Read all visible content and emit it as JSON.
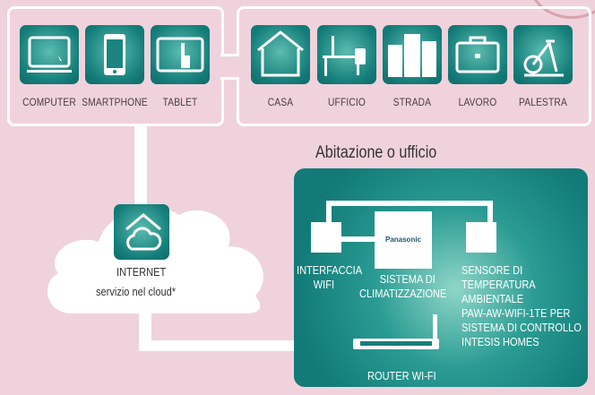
{
  "devices": [
    {
      "label": "COMPUTER",
      "icon": "laptop-icon"
    },
    {
      "label": "SMARTPHONE",
      "icon": "smartphone-icon"
    },
    {
      "label": "TABLET",
      "icon": "tablet-icon"
    }
  ],
  "places": [
    {
      "label": "CASA",
      "icon": "house-icon"
    },
    {
      "label": "UFFICIO",
      "icon": "office-desk-icon"
    },
    {
      "label": "STRADA",
      "icon": "buildings-icon"
    },
    {
      "label": "LAVORO",
      "icon": "briefcase-icon"
    },
    {
      "label": "PALESTRA",
      "icon": "exercise-bike-icon"
    }
  ],
  "cloud": {
    "title": "INTERNET",
    "subtitle": "servizio nel cloud*"
  },
  "home": {
    "title": "Abitazione o ufficio",
    "interface": [
      "INTERFACCIA",
      "WIFI"
    ],
    "system": [
      "SISTEMA DI",
      "CLIMATIZZAZIONE"
    ],
    "brand": "Panasonic",
    "sensor": [
      "SENSORE DI",
      "TEMPERATURA",
      "AMBIENTALE",
      "PAW-AW-WIFI-1TE PER",
      "SISTEMA DI CONTROLLO",
      "INTESIS HOMES"
    ],
    "router": "ROUTER WI-FI"
  },
  "colors": {
    "teal": "#157e7a",
    "pink": "#efd2dc"
  }
}
